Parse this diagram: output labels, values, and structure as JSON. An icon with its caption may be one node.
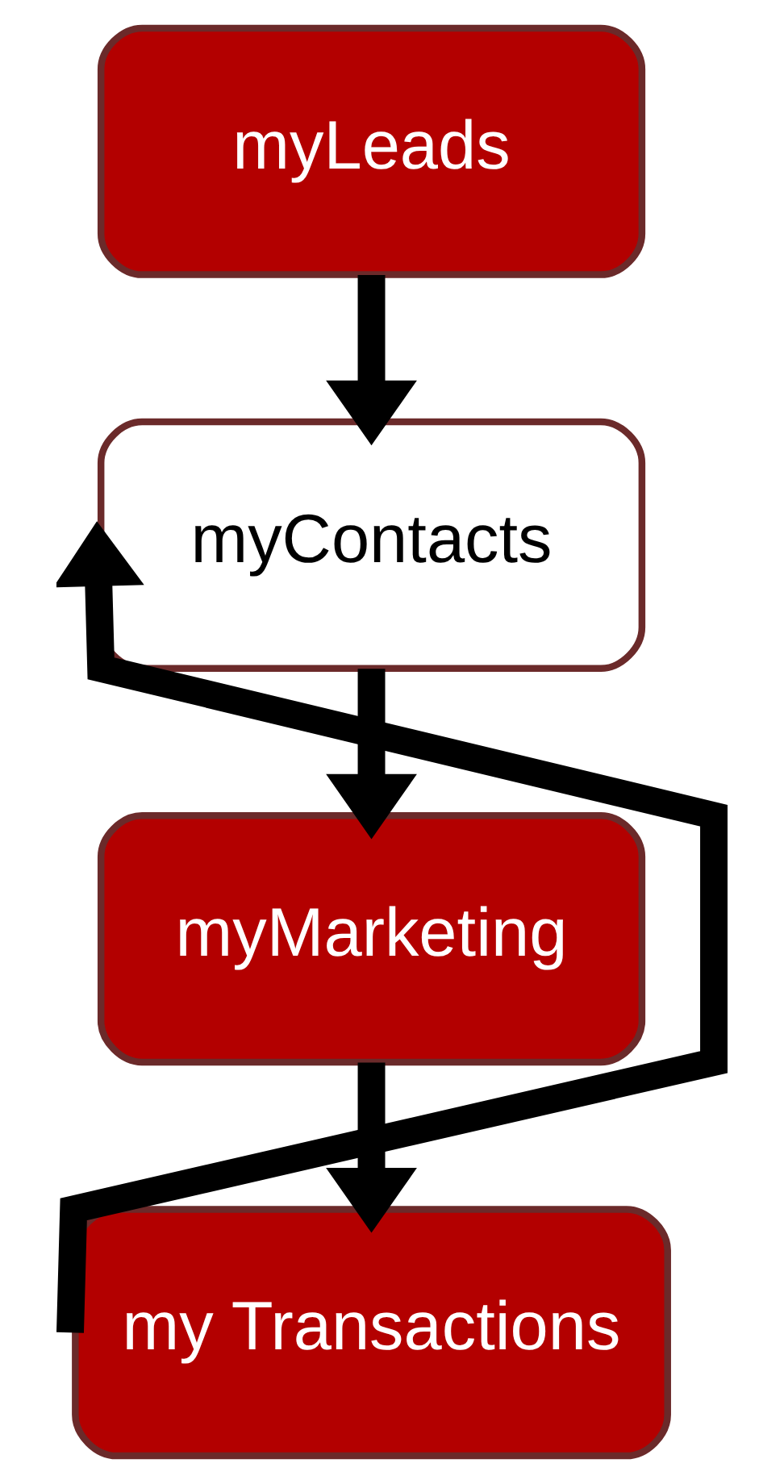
{
  "diagram": {
    "nodes": [
      {
        "text": [
          "myLeads"
        ]
      },
      {
        "text": [
          "myContacts"
        ]
      },
      {
        "text": [
          "myMarketing"
        ]
      },
      {
        "text": [
          "my Transactions"
        ]
      }
    ],
    "edges": [
      {
        "from": 0,
        "to": 1,
        "arrow": "to"
      },
      {
        "from": 1,
        "to": 2,
        "arrow": "to"
      },
      {
        "from": 2,
        "to": 3,
        "arrow": "to"
      },
      {
        "from": 3,
        "to": 1,
        "arrow": "to"
      }
    ]
  }
}
